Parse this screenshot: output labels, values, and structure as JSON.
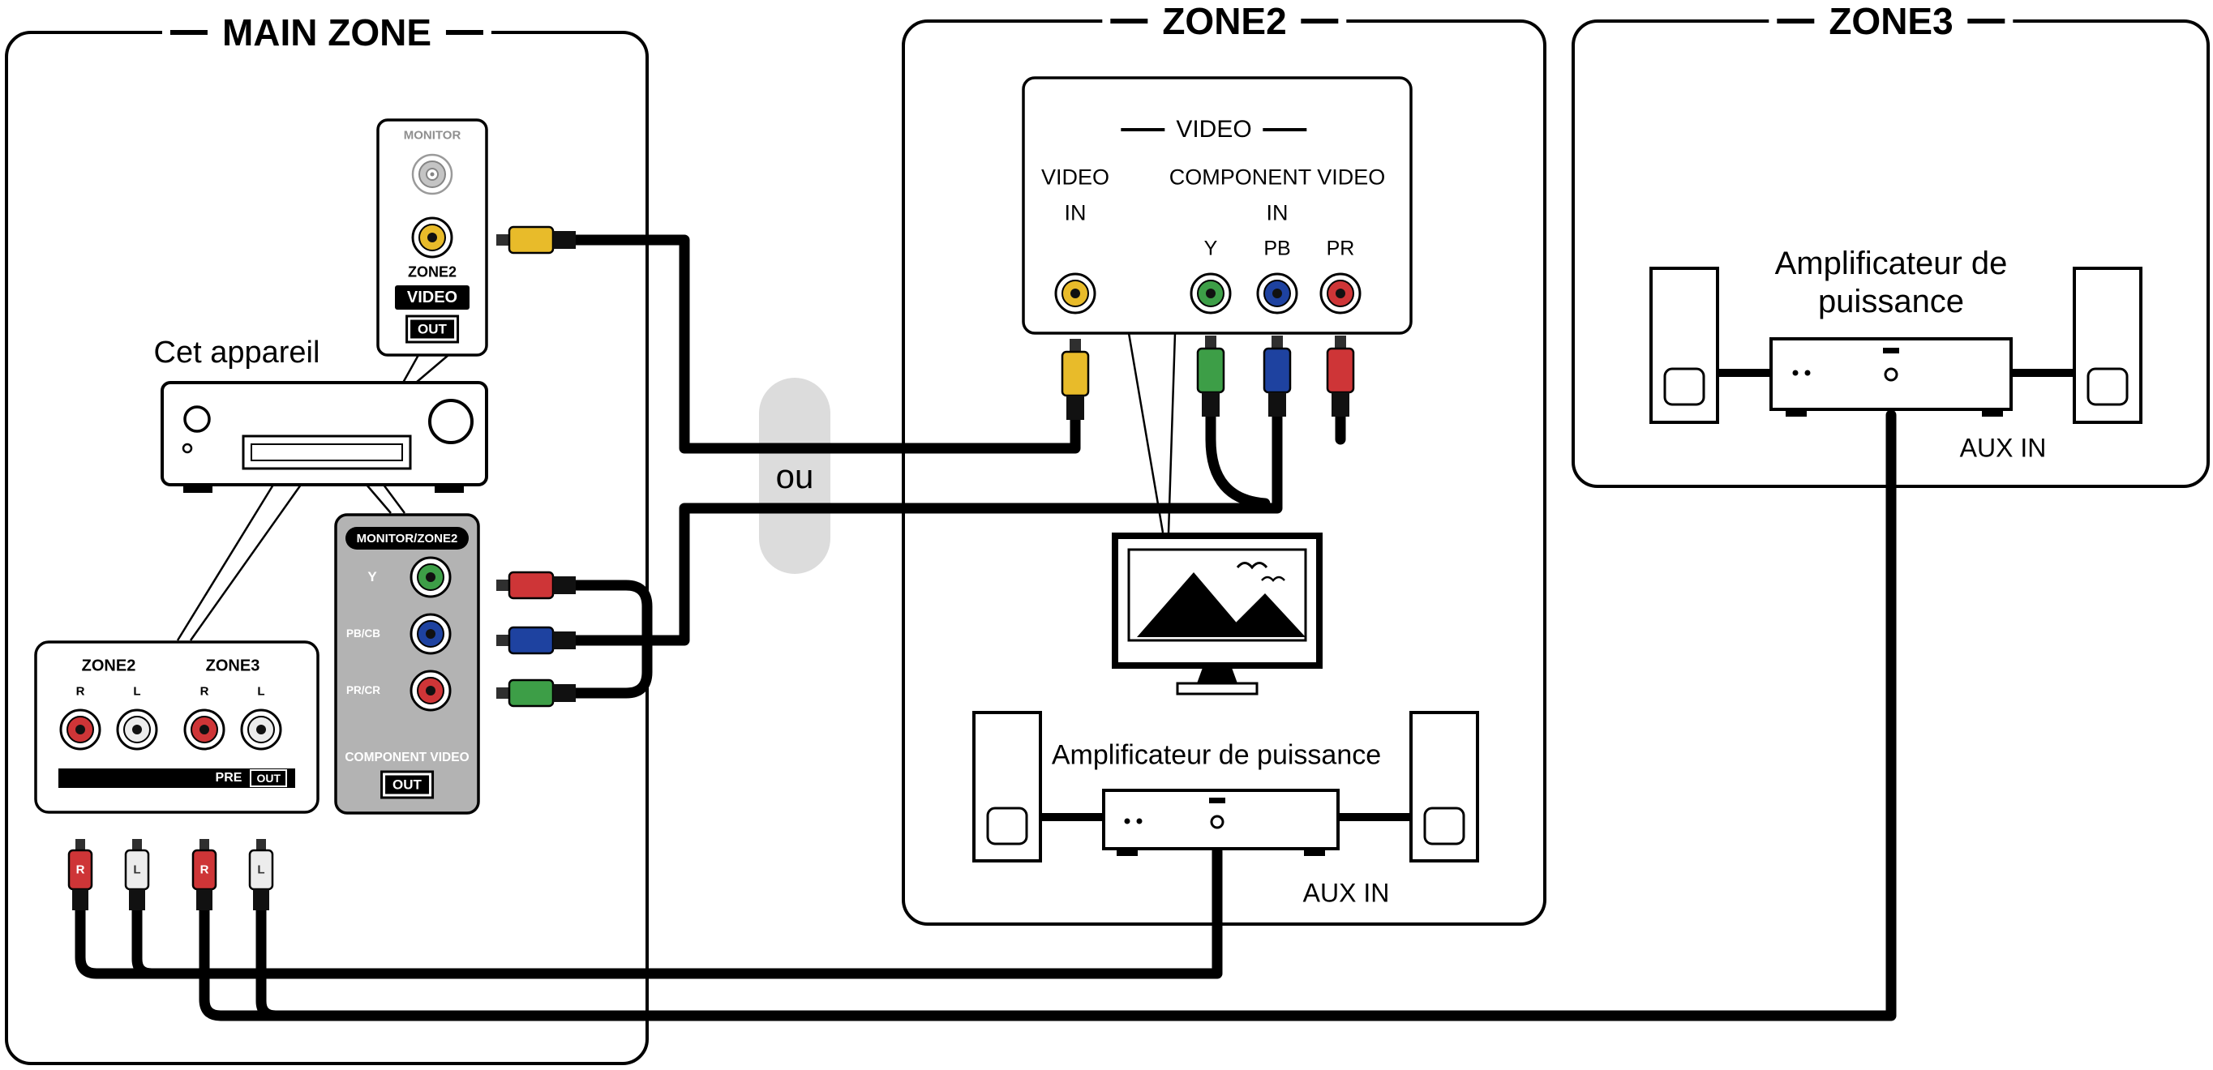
{
  "colors": {
    "yellow": "#e8bb2a",
    "green": "#3d9e47",
    "blue": "#1e42a0",
    "red": "#ce3537",
    "white_plug": "#ececec",
    "grey_panel": "#b3b3b3",
    "pill": "#dcdcdc",
    "monitor_grey": "#c4c4c4"
  },
  "zones": {
    "main": {
      "title": "MAIN ZONE",
      "device_label": "Cet appareil",
      "video_out_panel": {
        "monitor_label": "MONITOR",
        "zone2_label": "ZONE2",
        "video_label": "VIDEO",
        "out_label": "OUT"
      },
      "component_out_panel": {
        "header": "MONITOR/ZONE2",
        "y_label": "Y",
        "pb_label": "PB/CB",
        "pr_label": "PR/CR",
        "footer": "COMPONENT VIDEO",
        "out_label": "OUT"
      },
      "preout_panel": {
        "zone2_label": "ZONE2",
        "zone3_label": "ZONE3",
        "channel_labels": [
          "R",
          "L",
          "R",
          "L"
        ],
        "pre_label": "PRE",
        "out_label": "OUT",
        "plug_labels": [
          "R",
          "L",
          "R",
          "L"
        ]
      }
    },
    "zone2": {
      "title": "ZONE2",
      "video_in_panel": {
        "header": "VIDEO",
        "video_in_label": "VIDEO",
        "video_in_sub": "IN",
        "component_label": "COMPONENT VIDEO",
        "component_sub": "IN",
        "y_label": "Y",
        "pb_label": "PB",
        "pr_label": "PR"
      },
      "amp_label": "Amplificateur de puissance",
      "aux_in_label": "AUX IN"
    },
    "zone3": {
      "title": "ZONE3",
      "amp_label_line1": "Amplificateur de",
      "amp_label_line2": "puissance",
      "aux_in_label": "AUX IN"
    },
    "connector": {
      "or_label": "ou"
    }
  }
}
